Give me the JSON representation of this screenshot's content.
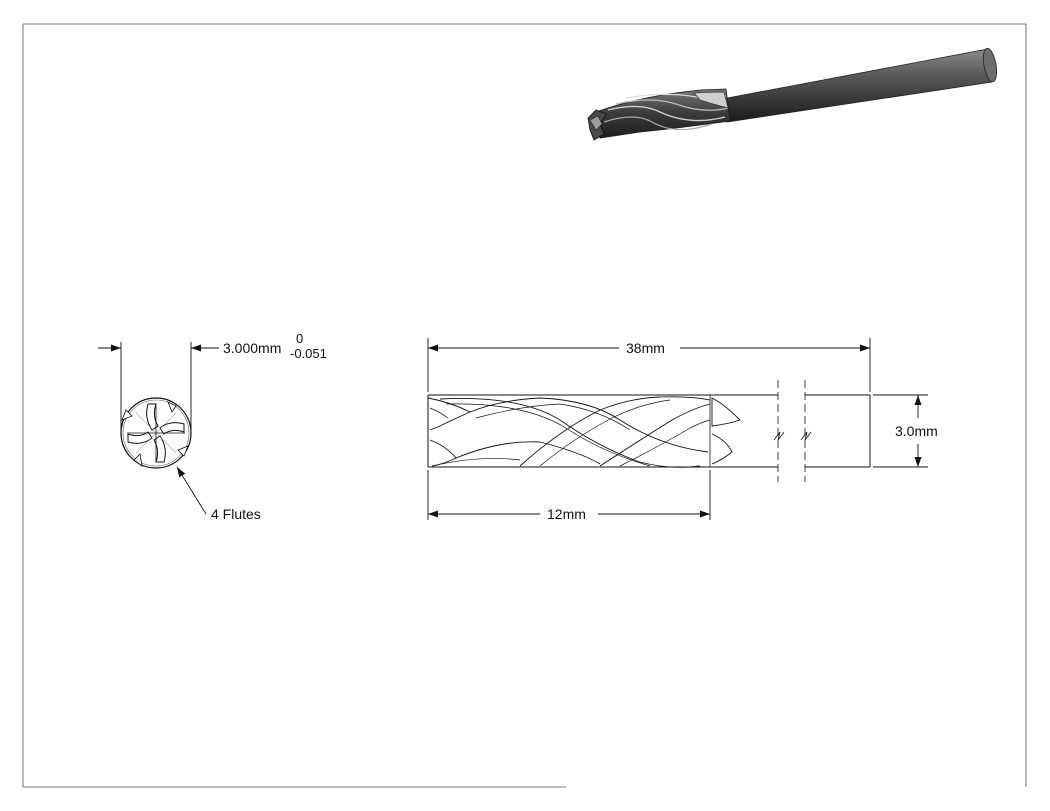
{
  "drawing": {
    "end_view": {
      "diameter_value": "3.000mm",
      "tolerance_upper": "0",
      "tolerance_lower": "-0.051",
      "callout": "4 Flutes"
    },
    "side_view": {
      "overall_length": "38mm",
      "flute_length": "12mm",
      "shank_diameter": "3.0mm"
    }
  }
}
